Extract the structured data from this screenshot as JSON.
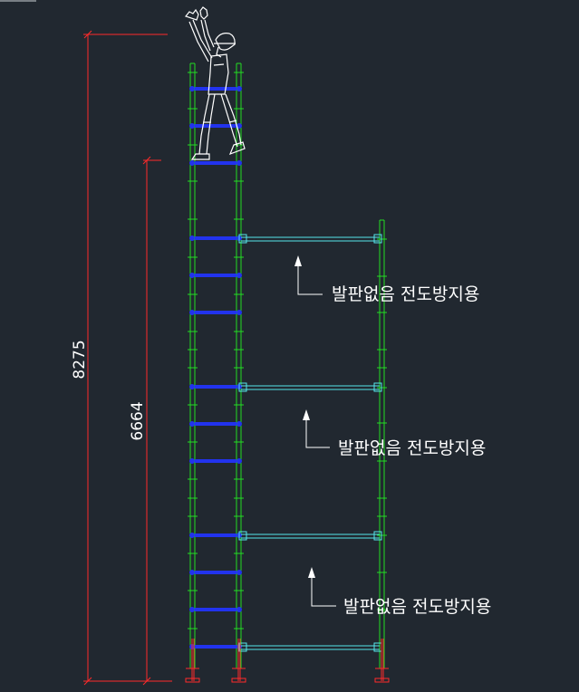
{
  "dimensions": {
    "total_height_label": "8275",
    "platform_height_label": "6664"
  },
  "annotations": [
    {
      "text": "발판없음 전도방지용"
    },
    {
      "text": "발판없음 전도방지용"
    },
    {
      "text": "발판없음 전도방지용"
    }
  ],
  "colors": {
    "background": "#212830",
    "dimension": "#ff2a2a",
    "post": "#22dd22",
    "rung": "#2233ee",
    "brace": "#55e6ea",
    "annotation": "#ffffff"
  }
}
